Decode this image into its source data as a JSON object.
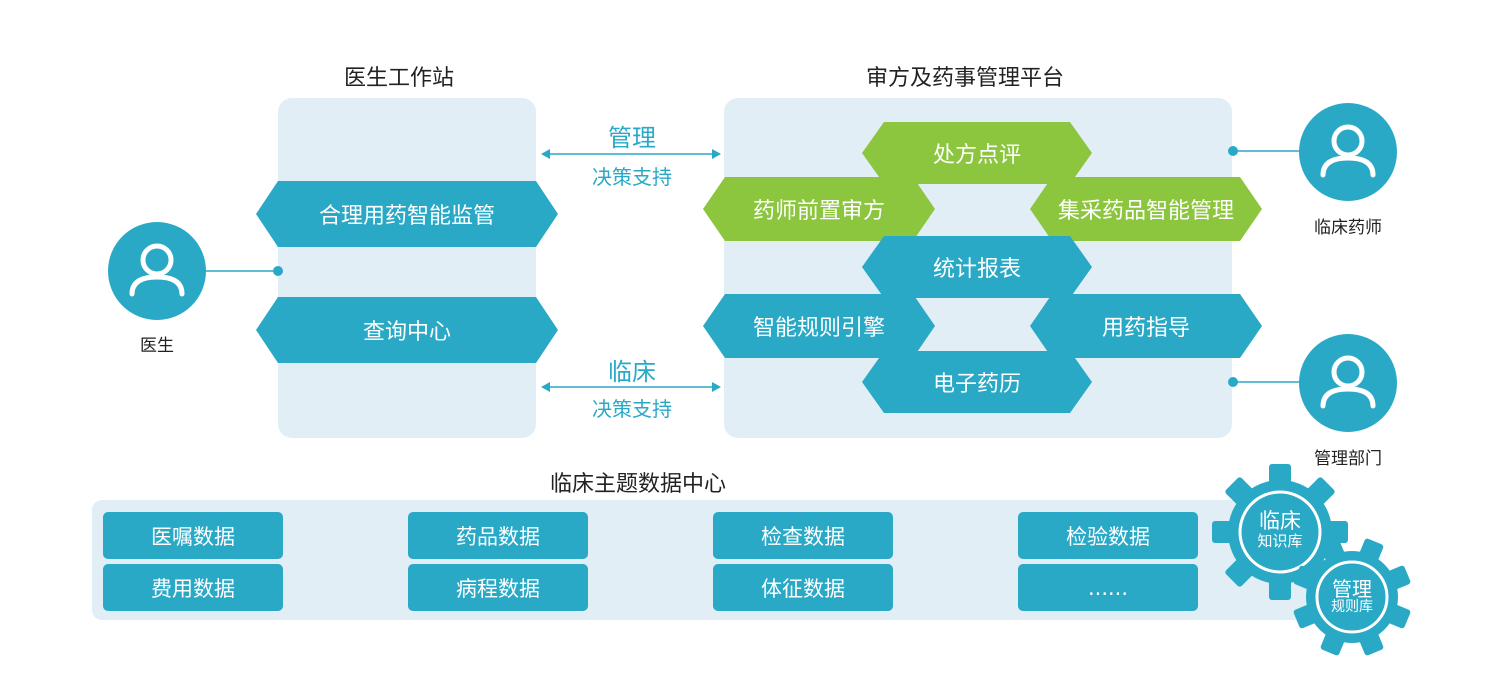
{
  "left_title": "医生工作站",
  "right_title": "审方及药事管理平台",
  "doctor_module": {
    "items": [
      "合理用药智能监管",
      "查询中心"
    ]
  },
  "arrows": {
    "top": {
      "main": "管理",
      "sub": "决策支持"
    },
    "bottom": {
      "main": "临床",
      "sub": "决策支持"
    }
  },
  "pharmacy_module": {
    "items": [
      "处方点评",
      "药师前置审方",
      "集采药品智能管理",
      "统计报表",
      "智能规则引擎",
      "用药指导",
      "电子药历"
    ]
  },
  "actors": {
    "doctor": "医生",
    "pharmacist": "临床药师",
    "management": "管理部门"
  },
  "data_center": {
    "title": "临床主题数据中心",
    "cells": [
      "医嘱数据",
      "药品数据",
      "检查数据",
      "检验数据",
      "费用数据",
      "病程数据",
      "体征数据",
      "......"
    ]
  },
  "gears": {
    "knowledge": {
      "line1": "临床",
      "line2": "知识库"
    },
    "rules": {
      "line1": "管理",
      "line2": "规则库"
    }
  },
  "colors": {
    "teal": "#2aa9c7",
    "green": "#8cc63f",
    "panel": "#e1eef6"
  }
}
